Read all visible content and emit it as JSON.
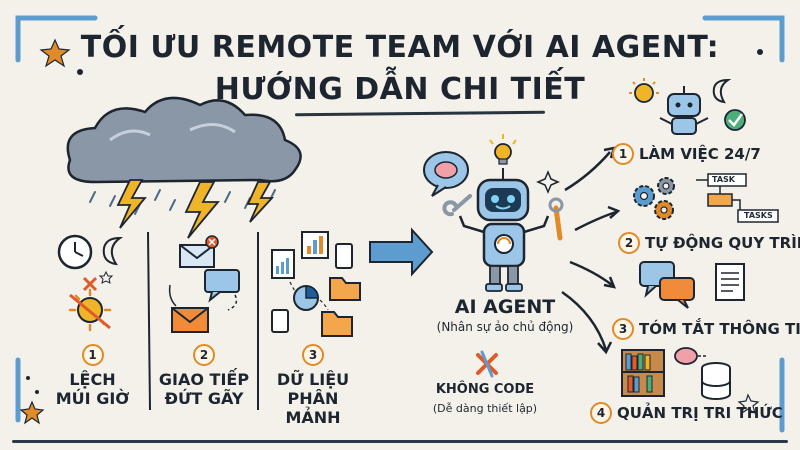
{
  "title_line1": "TỐI ƯU REMOTE TEAM VỚI AI AGENT:",
  "title_line2": "HƯỚNG DẪN CHI TIẾT",
  "problems": [
    {
      "number": "1",
      "line1": "LỆCH",
      "line2": "MÚI GIỜ"
    },
    {
      "number": "2",
      "line1": "GIAO TIẾP",
      "line2": "ĐỨT GÃY"
    },
    {
      "number": "3",
      "line1": "DỮ LIỆU",
      "line2": "PHÂN MẢNH"
    }
  ],
  "agent": {
    "name": "AI AGENT",
    "subtitle": "(Nhân sự ảo chủ động)",
    "no_code": "KHÔNG CODE",
    "no_code_sub": "(Dễ dàng thiết lập)"
  },
  "features": [
    {
      "number": "1",
      "label": "LÀM VIỆC 24/7"
    },
    {
      "number": "2",
      "label": "TỰ ĐỘNG QUY TRÌNH"
    },
    {
      "number": "3",
      "label": "TÓM TẮT THÔNG TIN"
    },
    {
      "number": "4",
      "label": "QUẢN TRỊ TRI THỨC"
    }
  ],
  "workflow_labels": {
    "task": "TASK",
    "tasks": "TASKS"
  },
  "colors": {
    "frame_blue": "#5d9ccf",
    "accent_orange": "#e08a2a",
    "storm_gray": "#8a97a6",
    "lightning": "#f0b429",
    "robot_blue": "#9cc6e8"
  }
}
